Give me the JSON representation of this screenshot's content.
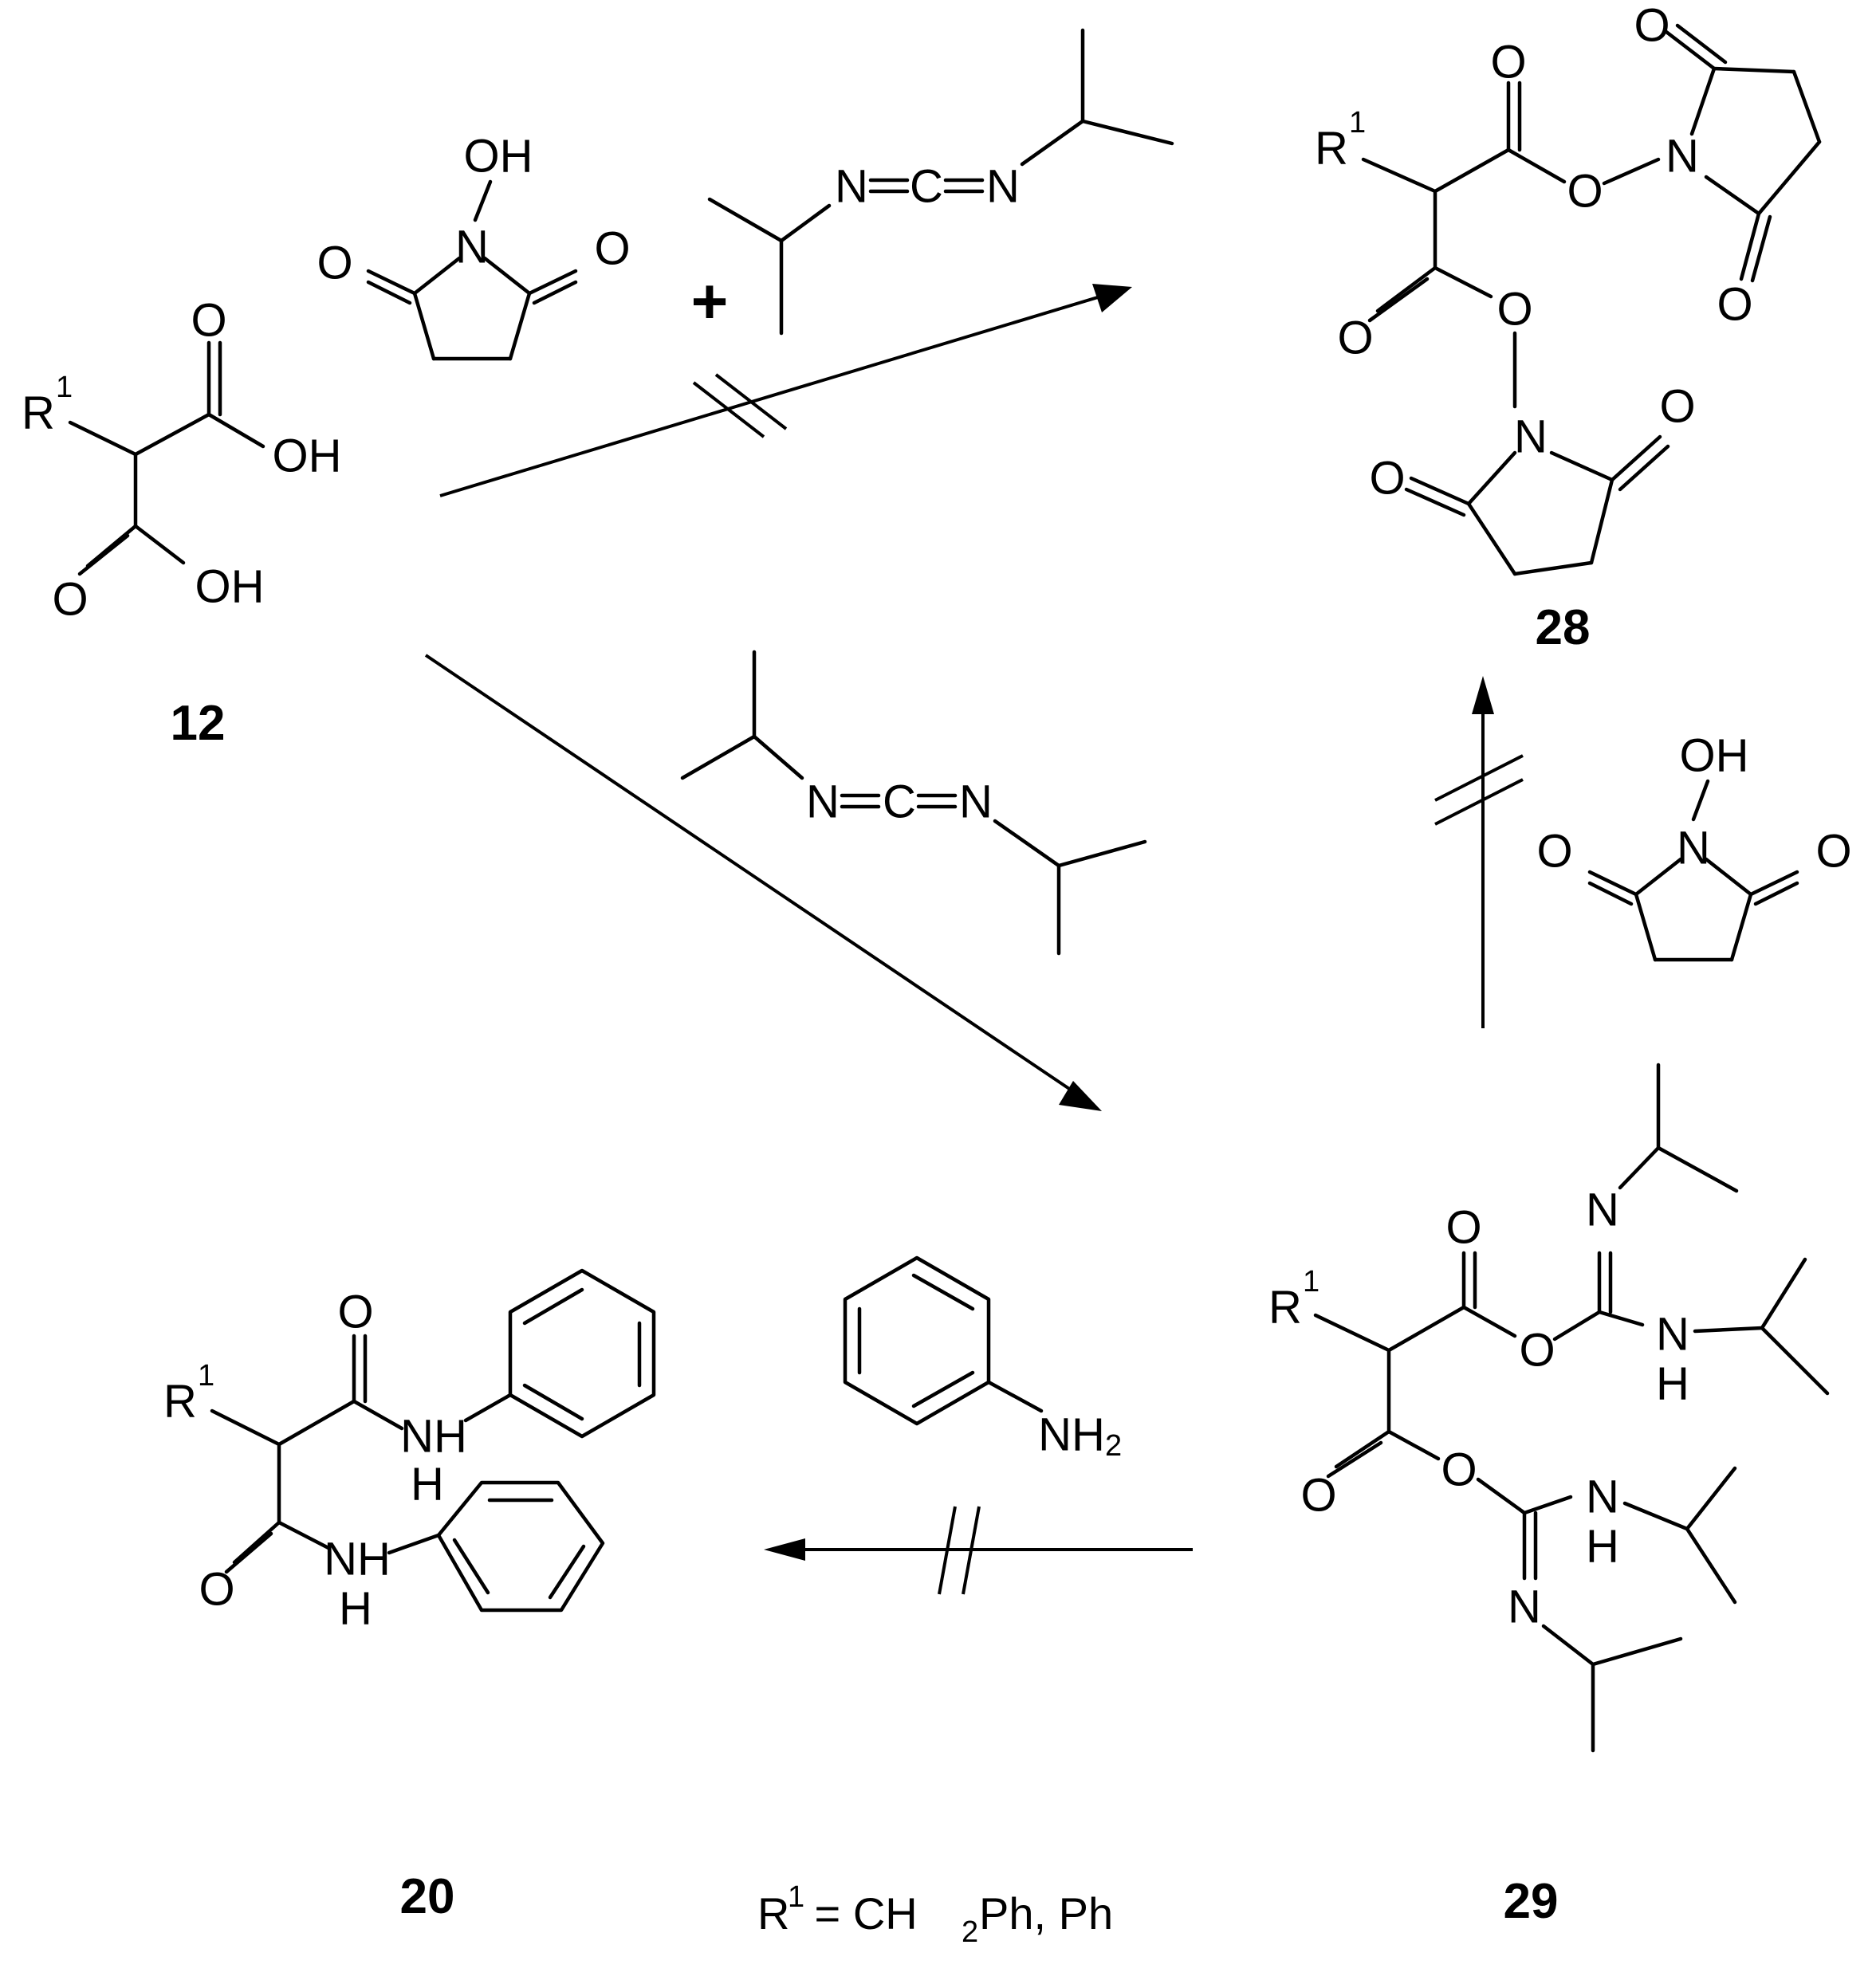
{
  "compounds": {
    "c12": {
      "label": "12",
      "r": "R",
      "r_sup": "1",
      "oh1": "OH",
      "oh2": "OH",
      "o1": "O",
      "o2": "O"
    },
    "c28": {
      "label": "28",
      "r": "R",
      "r_sup": "1"
    },
    "c29": {
      "label": "29",
      "r": "R",
      "r_sup": "1"
    },
    "c20": {
      "label": "20",
      "r": "R",
      "r_sup": "1"
    }
  },
  "reagents": {
    "nhs": {
      "oh": "OH",
      "n": "N",
      "o": "O"
    },
    "dic": {
      "n": "N",
      "c": "C",
      "eq": "="
    },
    "aniline": {
      "nh": "NH",
      "sub2": "2"
    }
  },
  "atoms": {
    "O": "O",
    "N": "N",
    "H": "H",
    "NH": "NH"
  },
  "plus_sign": "+",
  "footnote": {
    "r": "R",
    "r_sup": "1",
    "text": " = CH",
    "sub2": "2",
    "tail": "Ph, Ph"
  }
}
